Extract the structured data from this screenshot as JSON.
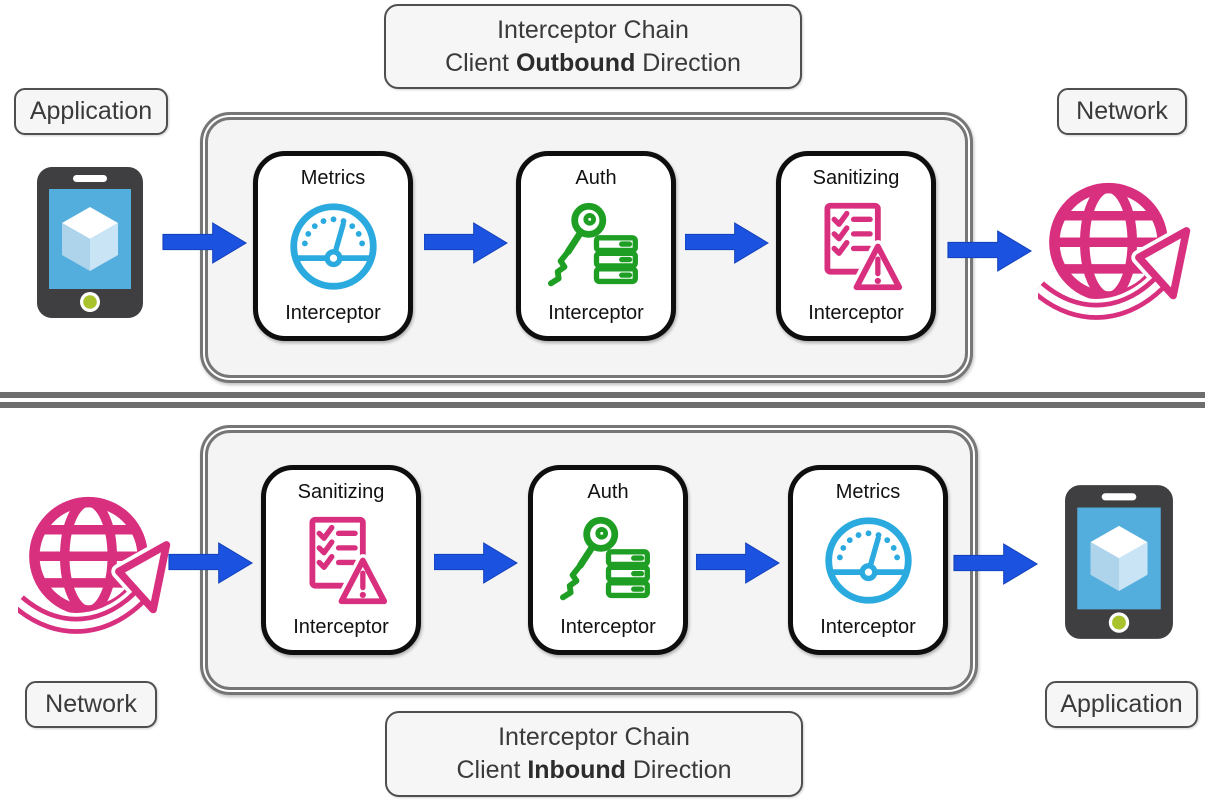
{
  "colors": {
    "arrow_blue": "#1c52e0",
    "metrics_cyan": "#2aaade",
    "auth_green": "#1f9e24",
    "sanitizing_pink": "#d8307f",
    "container_border": "#767676",
    "divider_gray": "#6d6d6d",
    "box_border": "#0e0e0e",
    "label_border": "#4f4f4f",
    "label_bg": "#f6f6f6",
    "container_bg": "#f4f4f5",
    "phone_body": "#3f3f41",
    "phone_screen": "#54aedd",
    "cube_left": "#aed4ec",
    "cube_right": "#c9e4f4",
    "home_button": "#a8c32b"
  },
  "top": {
    "title": {
      "line1": "Interceptor Chain",
      "line2_prefix": "Client ",
      "line2_bold": "Outbound",
      "line2_suffix": " Direction"
    },
    "source_label": "Application",
    "source_icon": "smartphone-app-icon",
    "dest_label": "Network",
    "dest_icon": "globe-network-icon",
    "chain": [
      {
        "name": "Metrics",
        "label": "Interceptor",
        "icon": "gauge-icon"
      },
      {
        "name": "Auth",
        "label": "Interceptor",
        "icon": "key-servers-icon"
      },
      {
        "name": "Sanitizing",
        "label": "Interceptor",
        "icon": "checklist-warning-icon"
      }
    ]
  },
  "bottom": {
    "title": {
      "line1": "Interceptor Chain",
      "line2_prefix": "Client ",
      "line2_bold": "Inbound",
      "line2_suffix": " Direction"
    },
    "source_label": "Network",
    "source_icon": "globe-network-icon",
    "dest_label": "Application",
    "dest_icon": "smartphone-app-icon",
    "chain": [
      {
        "name": "Sanitizing",
        "label": "Interceptor",
        "icon": "checklist-warning-icon"
      },
      {
        "name": "Auth",
        "label": "Interceptor",
        "icon": "key-servers-icon"
      },
      {
        "name": "Metrics",
        "label": "Interceptor",
        "icon": "gauge-icon"
      }
    ]
  }
}
